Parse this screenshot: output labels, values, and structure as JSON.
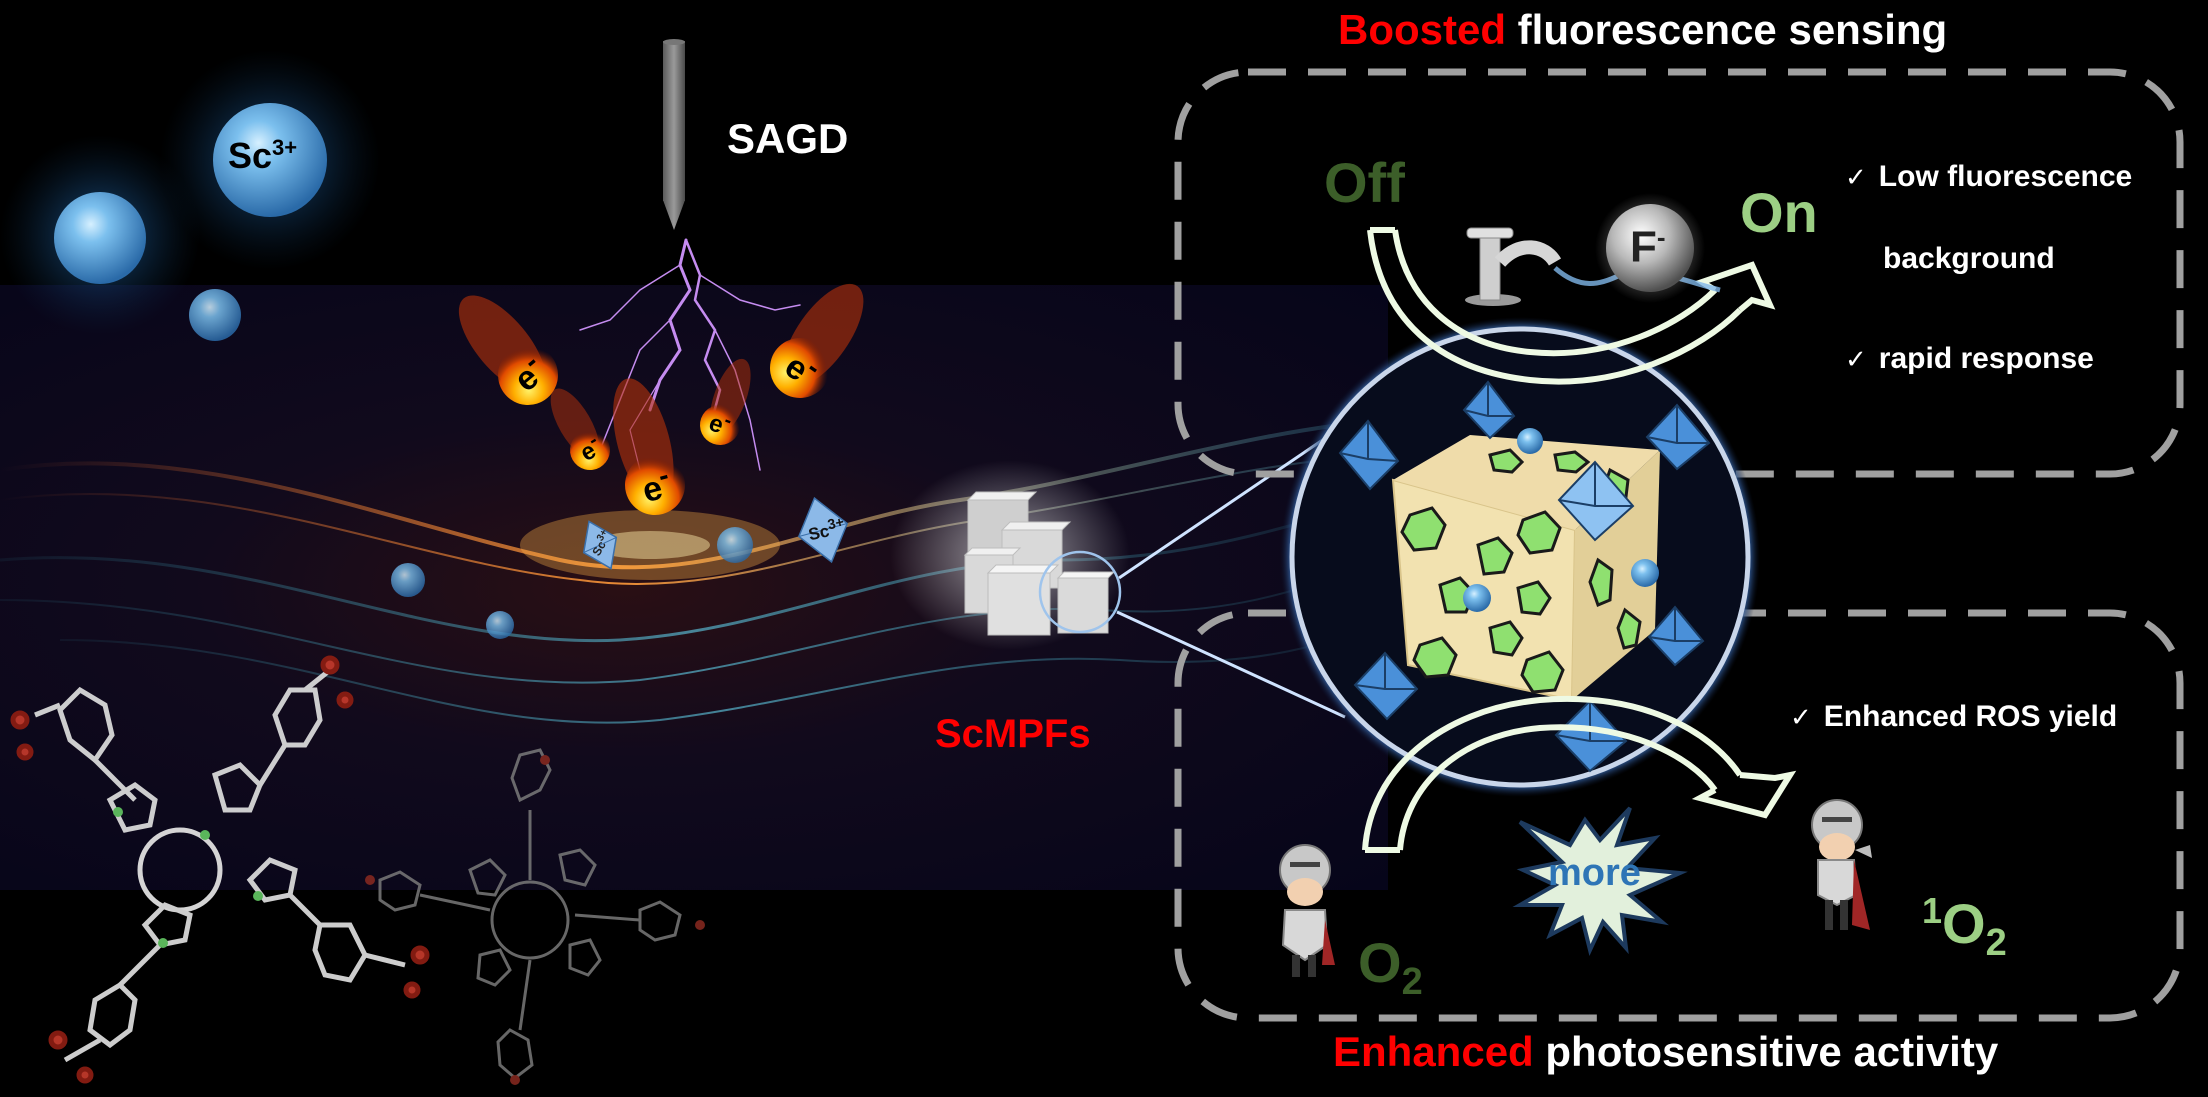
{
  "header": {
    "top_title_highlight": "Boosted",
    "top_title_rest": "fluorescence sensing",
    "bottom_title_highlight": "Enhanced",
    "bottom_title_rest": "photosensitive activity"
  },
  "synthesis": {
    "ion_label_main": "Sc",
    "ion_label_charge": "3+",
    "method_label": "SAGD",
    "electron_label": "e",
    "electron_charge": "-",
    "octahedron_label": "Sc",
    "octahedron_charge": "3+",
    "product_label": "ScMPFs"
  },
  "sensing_panel": {
    "state_off": "Off",
    "state_on": "On",
    "analyte_main": "F",
    "analyte_charge": "-",
    "features": [
      {
        "check": "✓",
        "line1": "Low fluorescence",
        "line2": "background"
      },
      {
        "check": "✓",
        "line1": "rapid response"
      }
    ]
  },
  "photo_panel": {
    "reactant_main": "O",
    "reactant_sub": "2",
    "product_sup": "1",
    "product_main": "O",
    "product_sub": "2",
    "burst_label": "more",
    "features": [
      {
        "check": "✓",
        "line1": "Enhanced ROS yield"
      }
    ]
  },
  "colors": {
    "highlight_red": "#ff0000",
    "off_green": "#3c5e29",
    "on_green": "#9ccf84",
    "arrow_fill": "#eefae4",
    "dash_gray": "#a0a0a0",
    "burst_text": "#2e75b6",
    "octahedron_blue": "#4a90d9",
    "cube_cream": "#f2e2b0"
  }
}
